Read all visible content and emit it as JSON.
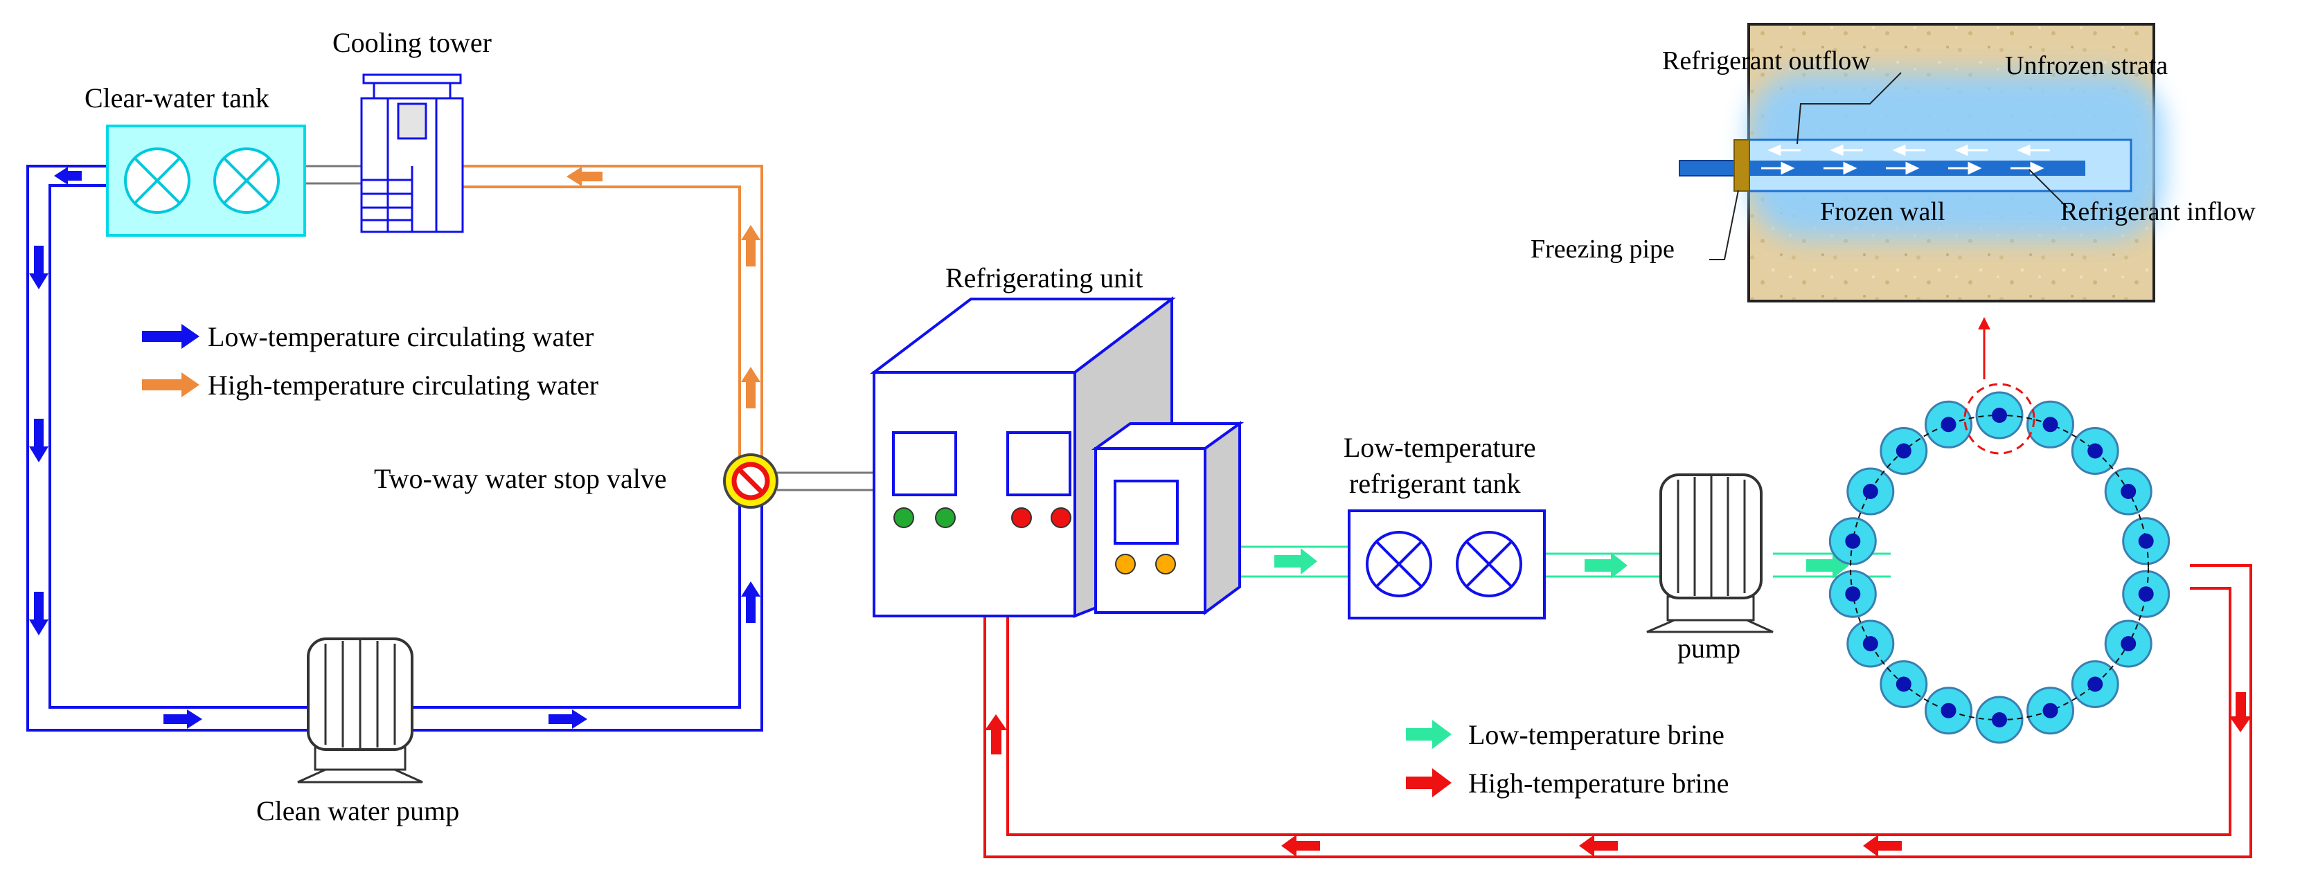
{
  "labels": {
    "cooling_tower": "Cooling tower",
    "clear_water_tank": "Clear-water tank",
    "refrigerating_unit": "Refrigerating unit",
    "low_temp_tank_line1": "Low-temperature",
    "low_temp_tank_line2": "refrigerant tank",
    "two_way_valve": "Two-way water stop valve",
    "clean_water_pump": "Clean water pump",
    "pump": "pump",
    "refrigerant_outflow": "Refrigerant outflow",
    "unfrozen_strata": "Unfrozen strata",
    "frozen_wall": "Frozen wall",
    "refrigerant_inflow": "Refrigerant inflow",
    "freezing_pipe": "Freezing pipe"
  },
  "legend_water": [
    {
      "label": "Low-temperature circulating water",
      "color": "#1010ee"
    },
    {
      "label": "High-temperature circulating water",
      "color": "#ee8a3c"
    }
  ],
  "legend_brine": [
    {
      "label": "Low-temperature brine",
      "color": "#2ee8a0"
    },
    {
      "label": "High-temperature brine",
      "color": "#ee1111"
    }
  ],
  "colors": {
    "low_water": "#1010ee",
    "high_water": "#ee8a3c",
    "low_brine": "#2ee8a0",
    "high_brine": "#ee1111",
    "tank_fill": "#b5ffff",
    "tank_stroke": "#00d8e8",
    "ring_pipe": "#3fd9f0",
    "ring_core": "#0a12b0",
    "strata": "#e4cfa2",
    "frozen": "#8ecfff"
  },
  "freezing_ring": {
    "pipe_count": 18
  }
}
